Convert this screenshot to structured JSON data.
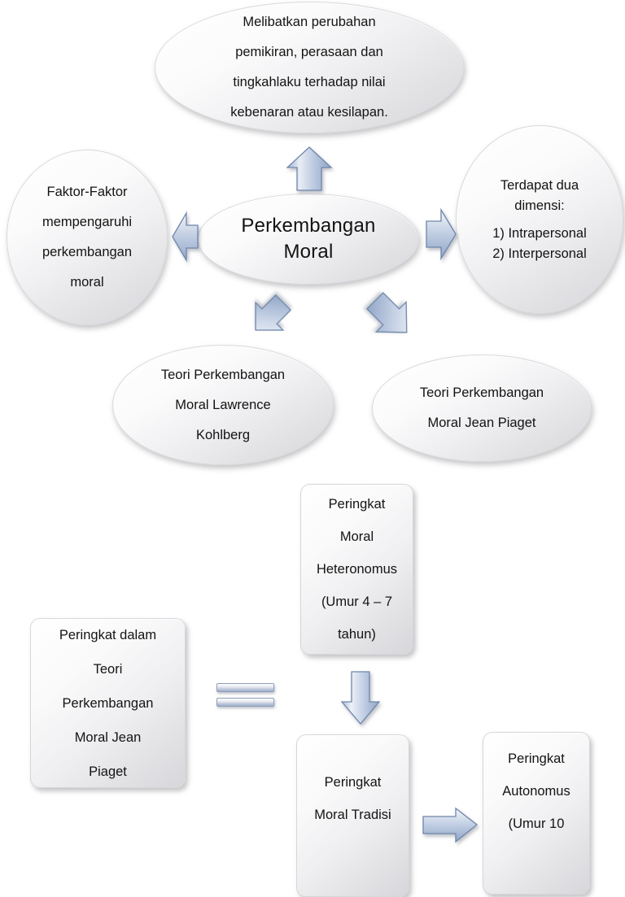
{
  "diagram": {
    "title_node": "Perkembangan Moral",
    "palette": {
      "shape_fill_light": "#ffffff",
      "shape_fill_dark": "#d6d6da",
      "shape_border": "#d9d9dd",
      "arrow_fill_light": "#e9edf4",
      "arrow_fill_dark": "#8ea4c6",
      "arrow_border": "#6f87ab",
      "text_color": "#131313",
      "background": "#ffffff"
    }
  },
  "top_map": {
    "center": {
      "lines": [
        "Perkembangan",
        "Moral"
      ]
    },
    "top_ellipse": {
      "lines": [
        "Melibatkan perubahan",
        "pemikiran, perasaan dan",
        "tingkahlaku terhadap nilai",
        "kebenaran atau kesilapan."
      ]
    },
    "left_ellipse": {
      "lines": [
        "Faktor-Faktor",
        "mempengaruhi",
        "perkembangan",
        "moral"
      ]
    },
    "right_ellipse": {
      "lines": [
        "Terdapat dua",
        "dimensi:",
        "1) Intrapersonal",
        "2) Interpersonal"
      ]
    },
    "bottom_left_ellipse": {
      "lines": [
        "Teori Perkembangan",
        "Moral Lawrence",
        "Kohlberg"
      ]
    },
    "bottom_right_ellipse": {
      "lines": [
        "Teori Perkembangan",
        "Moral Jean Piaget"
      ]
    },
    "arrows": [
      {
        "name": "arrow-up-to-top-ellipse",
        "direction": "up"
      },
      {
        "name": "arrow-left-to-factors",
        "direction": "left"
      },
      {
        "name": "arrow-right-to-dimensions",
        "direction": "right"
      },
      {
        "name": "arrow-down-left-to-kohlberg",
        "direction": "down-left"
      },
      {
        "name": "arrow-down-right-to-piaget",
        "direction": "down-right"
      }
    ]
  },
  "bottom_flow": {
    "label_box": {
      "lines": [
        "Peringkat  dalam",
        "Teori",
        "Perkembangan",
        "Moral Jean",
        "Piaget"
      ]
    },
    "stage_1": {
      "lines": [
        "Peringkat",
        "Moral",
        "Heteronomus",
        "(Umur 4 – 7",
        "tahun)"
      ]
    },
    "stage_2": {
      "lines": [
        "Peringkat",
        "Moral Tradisi"
      ]
    },
    "stage_3": {
      "lines": [
        "Peringkat",
        "Autonomus",
        "(Umur 10"
      ]
    },
    "connectors": [
      {
        "name": "equals-connector",
        "symbol": "="
      },
      {
        "name": "arrow-down-stage1-to-stage2",
        "direction": "down"
      },
      {
        "name": "arrow-right-stage2-to-stage3",
        "direction": "right"
      }
    ]
  }
}
